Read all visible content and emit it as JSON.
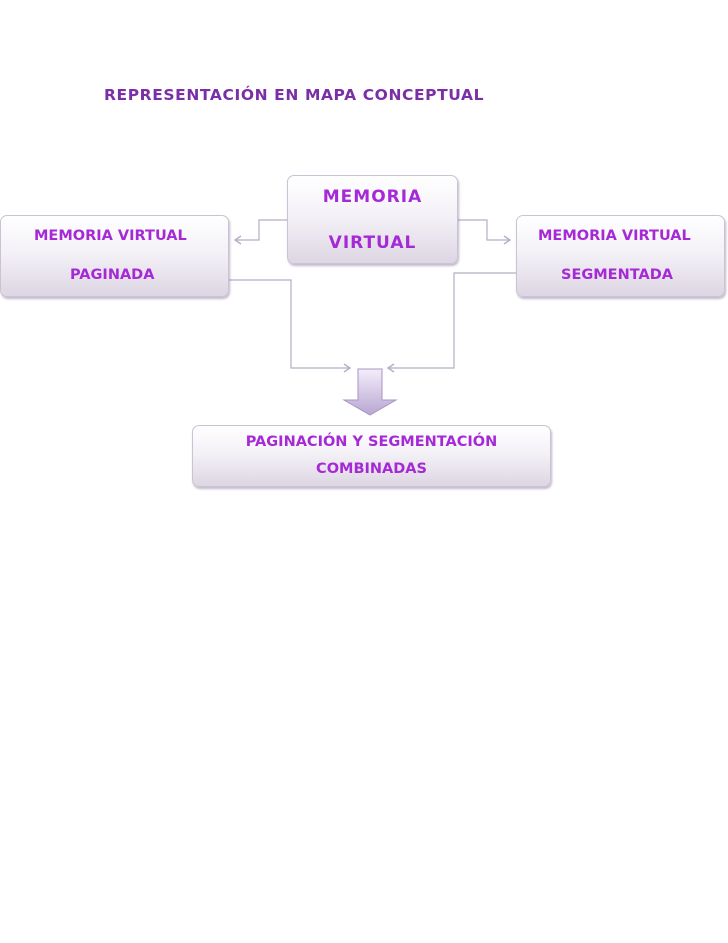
{
  "title": "REPRESENTACIÓN EN MAPA CONCEPTUAL",
  "nodes": {
    "center": {
      "line1": "MEMORIA",
      "line2": "VIRTUAL"
    },
    "left": {
      "line1": "MEMORIA VIRTUAL",
      "line2": "PAGINADA"
    },
    "right": {
      "line1": "MEMORIA VIRTUAL",
      "line2": "SEGMENTADA"
    },
    "bottom": {
      "line1": "PAGINACIÓN Y SEGMENTACIÓN",
      "line2": "COMBINADAS"
    }
  },
  "colors": {
    "title": "#7a2fa6",
    "node_text": "#a52ad6",
    "connector": "#b7adc4",
    "big_arrow": "#c9b8e0"
  }
}
